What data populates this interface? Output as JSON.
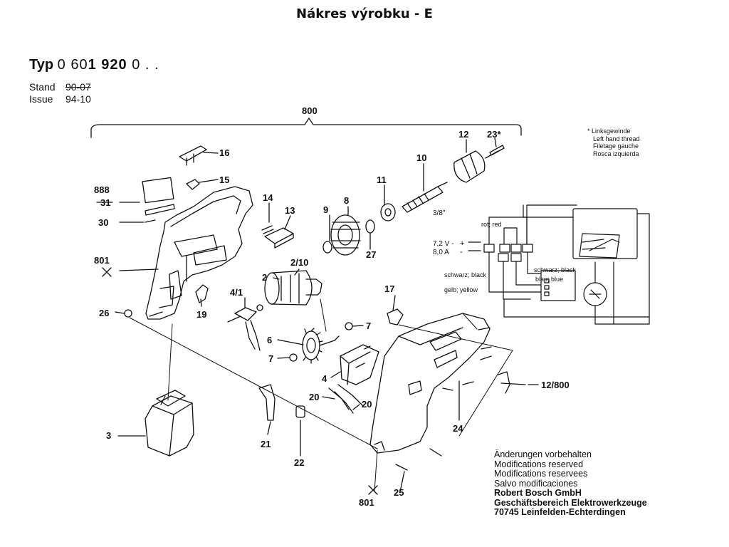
{
  "header": {
    "title": "Nákres výrobku - E"
  },
  "typ": {
    "label": "Typ",
    "number_prefix": "0 60",
    "number_bold": "1 920",
    "number_suffix": " 0 . ."
  },
  "stand": {
    "label": "Stand",
    "value": "90-07"
  },
  "issue": {
    "label": "Issue",
    "value": "94-10"
  },
  "group_label": "800",
  "thread_legend": {
    "marker": "*",
    "lines": [
      "Linksgewinde",
      "Left hand thread",
      "Filetage gauche",
      "Rosca izquierda"
    ]
  },
  "parts": {
    "p888": "888",
    "p31": "31",
    "p30": "30",
    "p801a": "801",
    "p26": "26",
    "p16": "16",
    "p15": "15",
    "p14": "14",
    "p13": "13",
    "p19": "19",
    "p2": "2",
    "p2_10": "2/10",
    "p4_1": "4/1",
    "p6": "6",
    "p7a": "7",
    "p7b": "7",
    "p9": "9",
    "p8": "8",
    "p27": "27",
    "p11": "11",
    "p10": "10",
    "p12": "12",
    "p23": "23*",
    "p3_8": "3/8\"",
    "p17": "17",
    "p4": "4",
    "p20a": "20",
    "p20b": "20",
    "p3": "3",
    "p21": "21",
    "p22": "22",
    "p24": "24",
    "p12_800": "12/800",
    "p25": "25",
    "p801b": "801"
  },
  "wiring": {
    "red": "rot; red",
    "voltage": "7,2 V -",
    "plus": "+",
    "current": "8,0 A",
    "minus": "-",
    "black_left": "schwarz; black",
    "black_right": "schwarz; black",
    "blue": "blau; blue",
    "yellow": "gelb; yellow"
  },
  "notes": {
    "lines": [
      "Änderungen vorbehalten",
      "Modifications reserved",
      "Modifications reservees",
      "Salvo modificaciones"
    ],
    "company": [
      "Robert Bosch GmbH",
      "Geschäftsbereich Elektrowerkzeuge",
      "70745 Leinfelden-Echterdingen"
    ]
  }
}
